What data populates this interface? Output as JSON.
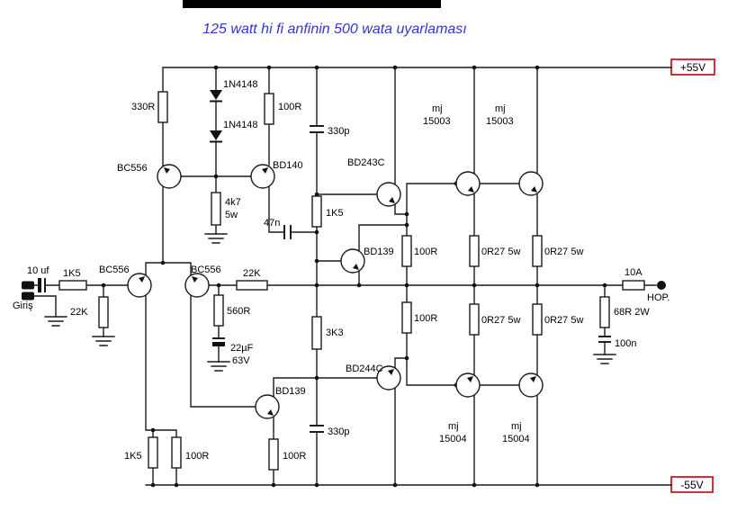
{
  "title": "125 watt hi fi anfinin 500 wata uyarlaması",
  "rails": {
    "positive": "+55V",
    "negative": "-55V"
  },
  "input": {
    "terminal": "Giriş",
    "coupling_cap": "10 uf",
    "series_resistor": "1K5",
    "shunt_resistor": "22K"
  },
  "frontend": {
    "current_source_transistor": "BC556",
    "current_source_resistor": "330R",
    "diode1": "1N4148",
    "diode2": "1N4148",
    "bias_resistor_value": "4k7",
    "bias_resistor_power": "5w",
    "diff_left_transistor": "BC556",
    "diff_right_transistor": "BC556",
    "mirror_transistor": "BD140",
    "mirror_resistor": "100R"
  },
  "feedback": {
    "resistor": "22K",
    "ground_resistor": "560R",
    "cap_value": "22µF",
    "cap_voltage": "63V"
  },
  "vas": {
    "comp_cap_top": "330p",
    "comp_cap_bottom": "330p",
    "cap_47n": "47n",
    "resistor_1k5": "1K5",
    "resistor_3k3": "3K3",
    "bias_transistor": "BD139",
    "lower_transistor": "BD139",
    "lower_emitter_resistor": "100R",
    "tail_resistor_1k5": "1K5",
    "tail_resistor_100r": "100R"
  },
  "drivers": {
    "top": "BD243C",
    "bottom": "BD244C",
    "top_resistor": "100R",
    "bottom_resistor": "100R"
  },
  "outputs": {
    "top1_line1": "mj",
    "top1_line2": "15003",
    "top2_line1": "mj",
    "top2_line2": "15003",
    "bot1_line1": "mj",
    "bot1_line2": "15004",
    "bot2_line1": "mj",
    "bot2_line2": "15004",
    "emitter_r1": "0R27 5w",
    "emitter_r2": "0R27 5w",
    "emitter_r3": "0R27 5w",
    "emitter_r4": "0R27 5w"
  },
  "output_net": {
    "fuse": "10A",
    "terminal": "HOP.",
    "zobel_resistor": "68R 2W",
    "zobel_cap": "100n"
  }
}
